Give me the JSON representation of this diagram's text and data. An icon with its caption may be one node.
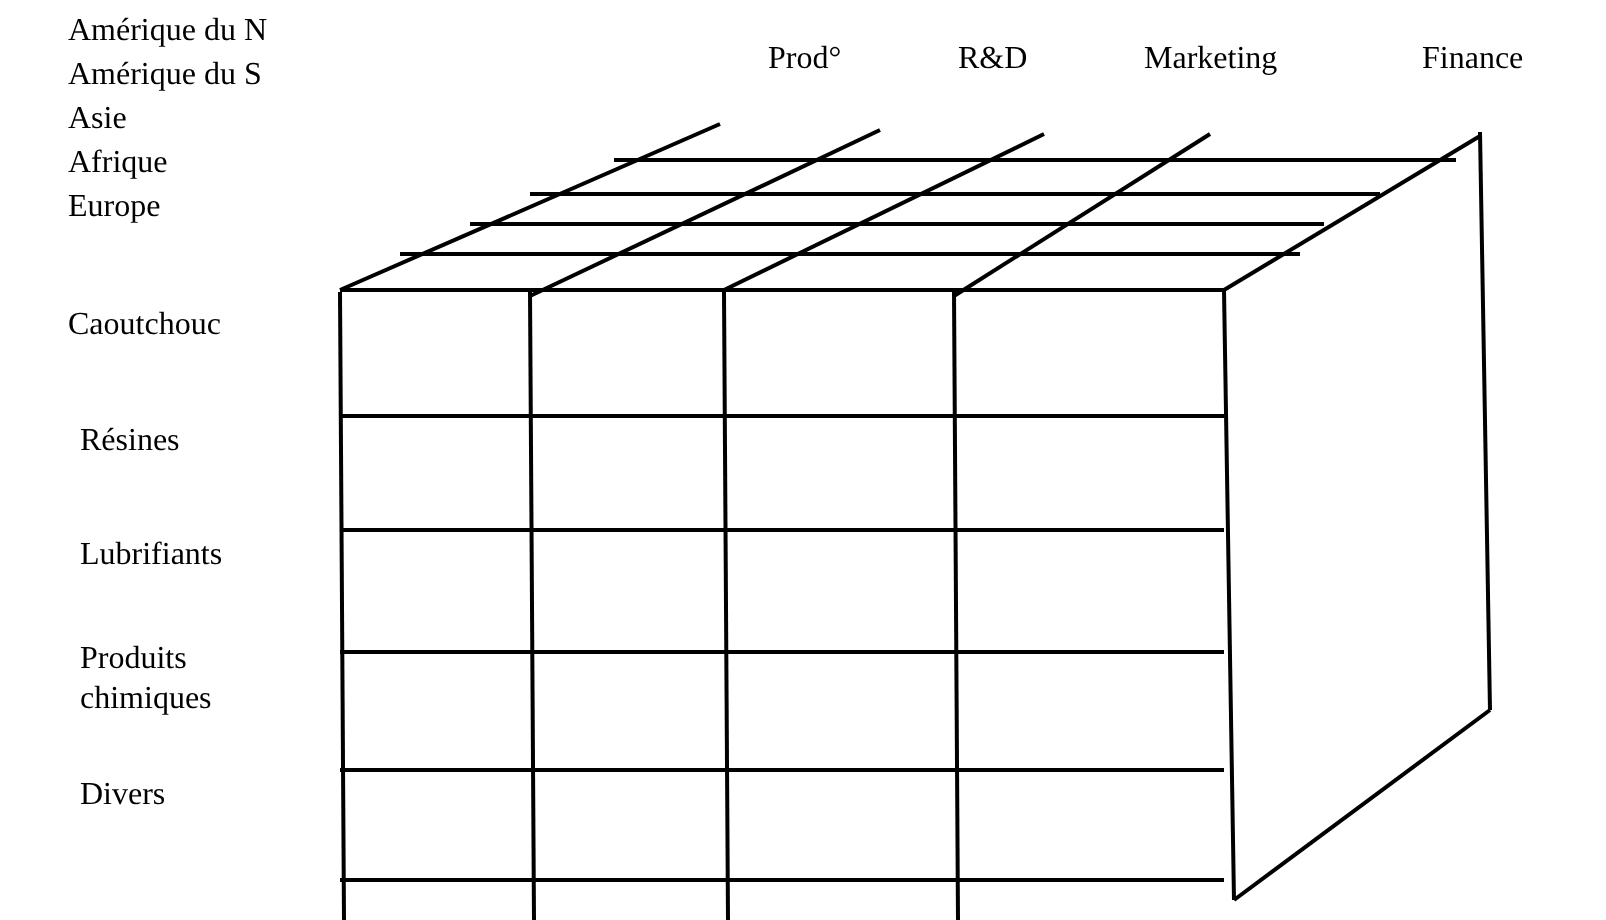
{
  "diagram": {
    "labels": [
      "Amérique du N",
      "Amérique du S",
      "Asie",
      "Afrique",
      "Europe",
      "Prod°",
      "R&D",
      "Marketing",
      "Finance",
      "Caoutchouc",
      "Résines",
      "Lubrifiants",
      "Produits chimiques",
      "Divers"
    ]
  }
}
